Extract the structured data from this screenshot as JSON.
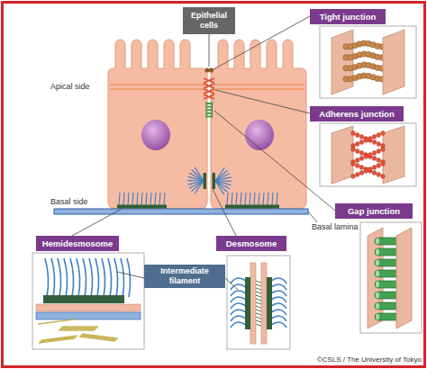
{
  "diagram": {
    "nodes": [
      {
        "text": [
          "Epithelial cells"
        ]
      },
      {
        "text": [
          "Tight junction"
        ]
      },
      {
        "text": [
          "Adherens junction"
        ]
      },
      {
        "text": [
          "Gap junction"
        ]
      },
      {
        "text": [
          "Hemidesmosome"
        ]
      },
      {
        "text": [
          "Desmosome"
        ]
      },
      {
        "text": [
          "Intermediate filament"
        ]
      }
    ],
    "labels": [
      "Apical side",
      "Basal side",
      "Basal lamina",
      "©CSLS / The University of Tokyo"
    ]
  }
}
